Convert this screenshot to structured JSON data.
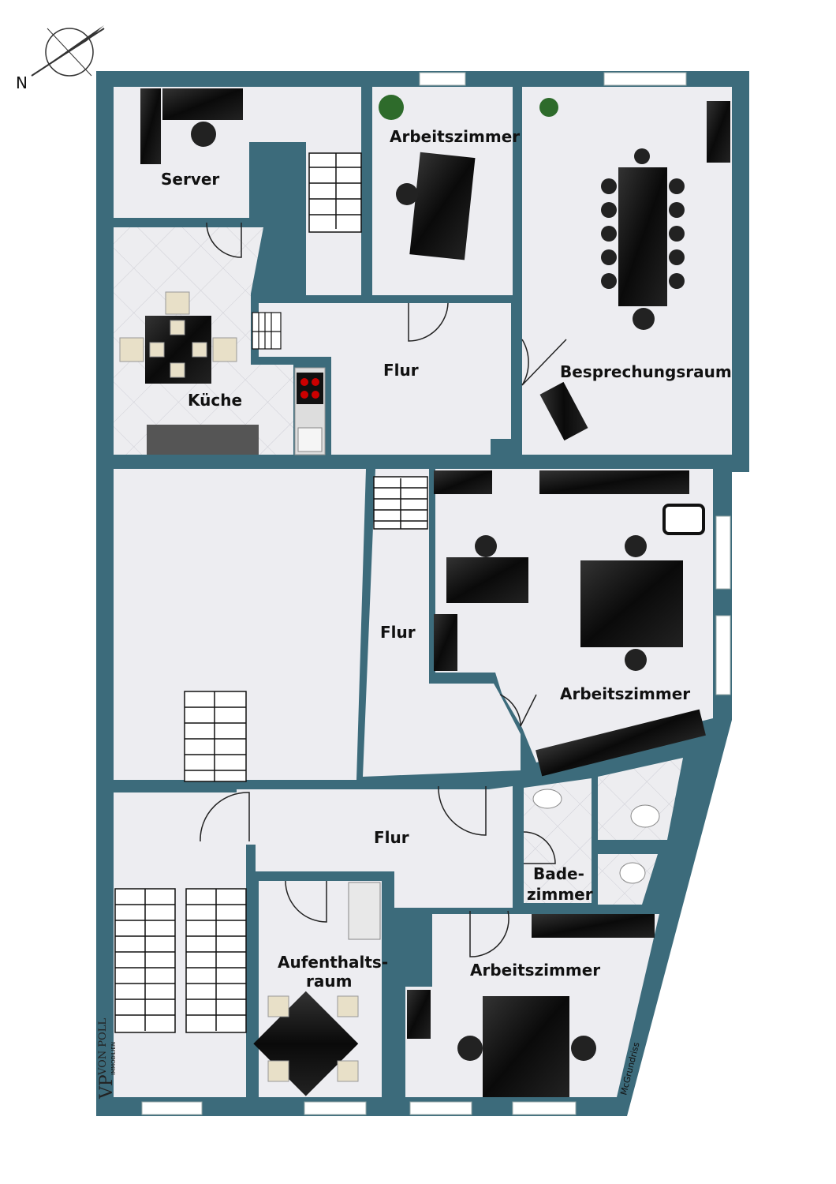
{
  "compass": {
    "north_label": "N"
  },
  "rooms": {
    "server": "Server",
    "office_top": "Arbeitszimmer",
    "kitchen": "Küche",
    "hall_top": "Flur",
    "meeting": "Besprechungsraum",
    "hall_middle": "Flur",
    "office_right": "Arbeitszimmer",
    "hall_bottom": "Flur",
    "bath_line1": "Bade-",
    "bath_line2": "zimmer",
    "office_bottom": "Arbeitszimmer",
    "lounge_line1": "Aufenthalts-",
    "lounge_line2": "raum"
  },
  "branding": {
    "logo_mark": "VP",
    "logo_name": "VON POLL",
    "logo_sub": "IMMOBILIEN"
  },
  "credit": "McGrundriss",
  "colors": {
    "wall": "#3c6b7b",
    "floor": "#ededf1",
    "tile": "#e4e4e8",
    "furniture": "#111111"
  }
}
